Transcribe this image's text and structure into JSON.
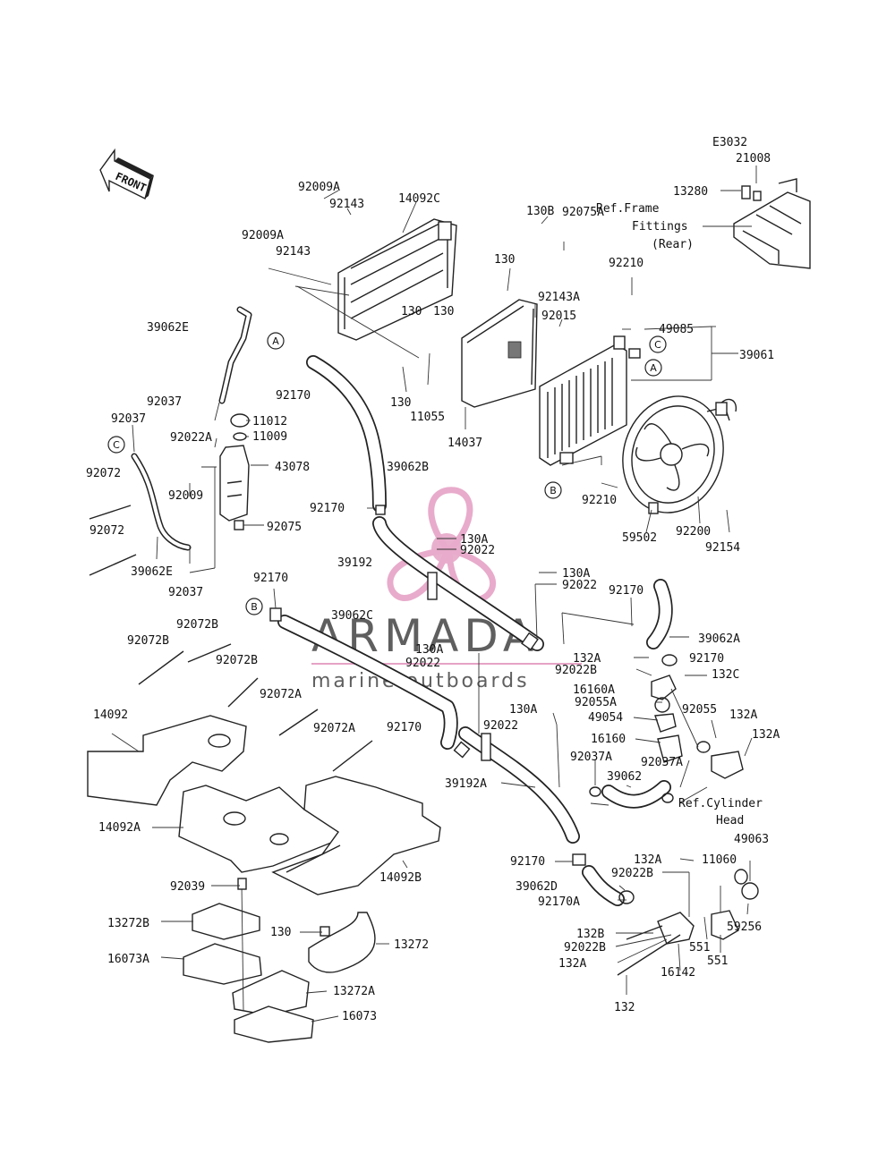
{
  "diagram_code": "E3032",
  "front_label": "FRONT",
  "watermark": {
    "brand": "ARMADA",
    "tagline": "marine outboards",
    "accent_color": "#e6a3c6",
    "text_color": "#444444"
  },
  "callouts": {
    "a": "A",
    "b": "B",
    "c": "C"
  },
  "reference_notes": {
    "frame_1": "Ref.Frame",
    "frame_2": "Fittings",
    "frame_3": "(Rear)",
    "cyl_1": "Ref.Cylinder",
    "cyl_2": "Head"
  },
  "parts": {
    "p21008": "21008",
    "p13280": "13280",
    "p92009A_1": "92009A",
    "p92143_1": "92143",
    "p14092C": "14092C",
    "p92009A_2": "92009A",
    "p92143_2": "92143",
    "p130B": "130B",
    "p92075A": "92075A",
    "p92210_1": "92210",
    "p130_1": "130",
    "p92143A": "92143A",
    "p92015": "92015",
    "p130_2": "130",
    "p130_3": "130",
    "p130_4": "130",
    "p11055": "11055",
    "p14037": "14037",
    "p49085": "49085",
    "p39061": "39061",
    "p39062E_1": "39062E",
    "p92170_1": "92170",
    "p92037_1": "92037",
    "p92037_2": "92037",
    "p11012": "11012",
    "p11009": "11009",
    "p92022A": "92022A",
    "p43078": "43078",
    "p39062B": "39062B",
    "p92072_1": "92072",
    "p92009": "92009",
    "p92170_2": "92170",
    "p92075": "92075",
    "p92210_2": "92210",
    "p92072_2": "92072",
    "p39062E_2": "39062E",
    "p92037_3": "92037",
    "p130A_1": "130A",
    "p92022_1": "92022",
    "p39192": "39192",
    "p59502": "59502",
    "p92200": "92200",
    "p92154": "92154",
    "p130A_2": "130A",
    "p92022_2": "92022",
    "p92170_3": "92170",
    "p39062C": "39062C",
    "p92170_4": "92170",
    "p39062A": "39062A",
    "p92072B_1": "92072B",
    "p92072B_2": "92072B",
    "p92072B_3": "92072B",
    "p130A_3": "130A",
    "p92022_3": "92022",
    "p132A_1": "132A",
    "p92022B_1": "92022B",
    "p132C": "132C",
    "p92170_5": "92170",
    "p16160A": "16160A",
    "p92055A": "92055A",
    "p92072A_1": "92072A",
    "p49054": "49054",
    "p92055": "92055",
    "p132A_2": "132A",
    "p14092": "14092",
    "p92072A_2": "92072A",
    "p92170_6": "92170",
    "p130A_4": "130A",
    "p92022_4": "92022",
    "p16160": "16160",
    "p132A_3": "132A",
    "p92037A_1": "92037A",
    "p92037A_2": "92037A",
    "p39062": "39062",
    "p39192A": "39192A",
    "p14092A": "14092A",
    "p49063": "49063",
    "p92170_7": "92170",
    "p132A_4": "132A",
    "p11060": "11060",
    "p92039": "92039",
    "p14092B": "14092B",
    "p92022B_2": "92022B",
    "p39062D": "39062D",
    "p92170A": "92170A",
    "p13272B": "13272B",
    "p130_5": "130",
    "p13272": "13272",
    "p59256": "59256",
    "p132B": "132B",
    "p551_1": "551",
    "p92022B_3": "92022B",
    "p551_2": "551",
    "p16073A": "16073A",
    "p132A_5": "132A",
    "p16142": "16142",
    "p13272A": "13272A",
    "p16073": "16073",
    "p132": "132"
  }
}
